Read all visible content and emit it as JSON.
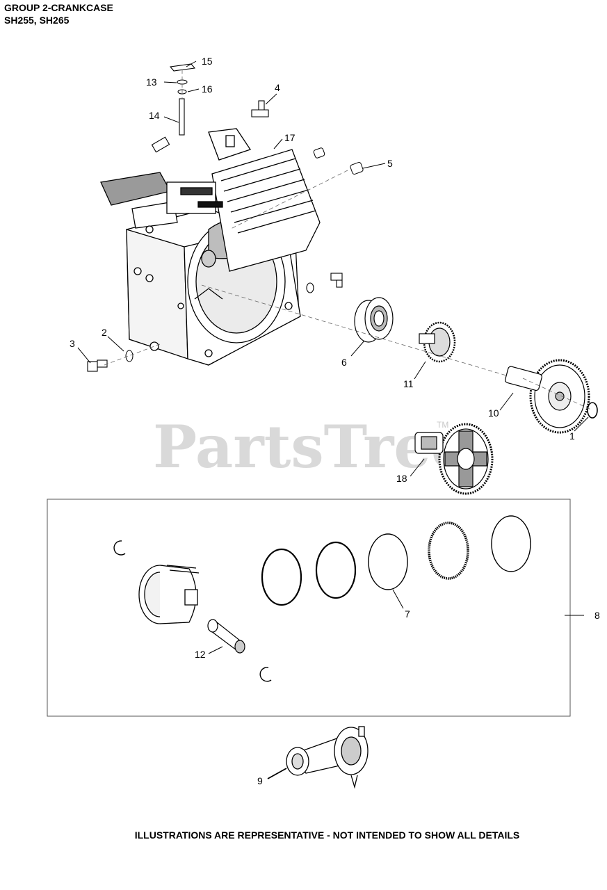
{
  "header": {
    "line1": "GROUP 2-CRANKCASE",
    "line2": "SH255, SH265"
  },
  "watermark": {
    "text": "PartsTree",
    "mark": "TM",
    "color": "#d3d3d3"
  },
  "callouts": [
    "1",
    "2",
    "3",
    "4",
    "5",
    "6",
    "7",
    "8",
    "9",
    "10",
    "11",
    "12",
    "13",
    "14",
    "15",
    "16",
    "17",
    "18"
  ],
  "footer": "ILLUSTRATIONS ARE REPRESENTATIVE - NOT INTENDED TO SHOW ALL DETAILS",
  "colors": {
    "line": "#000000",
    "part_fill": "#ffffff",
    "shade": "#555555"
  }
}
